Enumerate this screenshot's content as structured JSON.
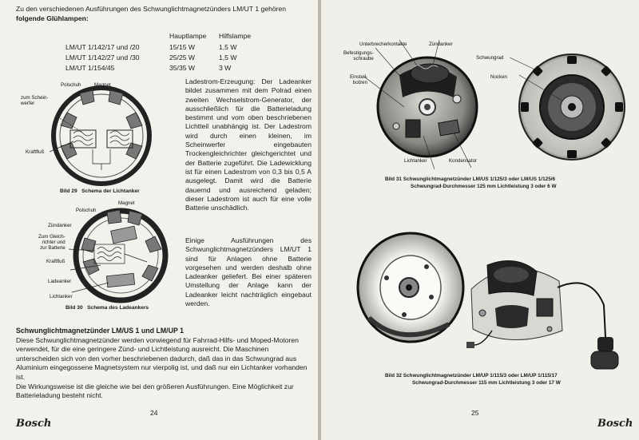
{
  "left_page": {
    "intro_line1": "Zu den verschiedenen Ausführungen des Schwunglichtmagnetzünders LM/UT 1 gehören",
    "intro_line2": "folgende Glühlampen:",
    "table": {
      "headers": [
        "",
        "Hauptlampe",
        "Hilfslampe"
      ],
      "rows": [
        [
          "LM/UT 1/142/17 und /20",
          "15/15 W",
          "1,5 W"
        ],
        [
          "LM/UT 1/142/27 und /30",
          "25/25 W",
          "1,5 W"
        ],
        [
          "LM/UT 1/154/45",
          "35/35 W",
          "3 W"
        ]
      ]
    },
    "ladestrom_text": "Ladestrom-Erzeugung: Der Ladeanker bildet zusammen mit dem Polrad einen zweiten Wechselstrom-Generator, der ausschließlich für die Batterieladung bestimmt und vom oben beschriebenen Lichtteil unabhängig ist. Der Ladestrom wird durch einen kleinen, im Scheinwerfer eingebauten Trockengleichrichter gleichgerichtet und der Batterie zugeführt. Die Ladewicklung ist für einen Ladestrom von 0,3 bis 0,5 A ausgelegt. Damit wird die Batterie dauernd und ausreichend geladen; dieser Ladestrom ist auch für eine volle Batterie unschädlich.",
    "einige_text": "Einige Ausführungen des Schwunglichtmagnetzünders LM/UT 1 sind für Anlagen ohne Batterie vorgesehen und werden deshalb ohne Ladeanker geliefert. Bei einer späteren Umstellung der Anlage kann der Ladeanker leicht nachträglich eingebaut werden.",
    "fig29": {
      "labels": {
        "polschuh": "Polschuh",
        "magnet": "Magnet",
        "scheinwerfer": "zum Schein-\nwerfer",
        "kraftfluss": "Kraftfluß"
      },
      "caption_num": "Bild 29",
      "caption_text": "Schema der Lichtanker"
    },
    "fig30": {
      "labels": {
        "magnet": "Magnet",
        "polschuh": "Polschuh",
        "zuendanker": "Zündanker",
        "gleichrichter": "Zum Gleich-\nrichter und\nzur Batterie",
        "kraftfluss": "Kraftfluß",
        "ladeanker": "Ladeanker",
        "lichtanker": "Lichtanker"
      },
      "caption_num": "Bild 30",
      "caption_text": "Schema des Ladeankers"
    },
    "section_heading": "Schwunglichtmagnetzünder LM/US 1 und LM/UP 1",
    "us_text": "Diese Schwunglichtmagnetzünder werden vorwiegend für Fahrrad-Hilfs- und Moped-Motoren verwendet, für die eine geringere Zünd- und Lichtleistung ausreicht. Die Maschinen unterscheiden sich von den vorher beschriebenen dadurch, daß das in das Schwungrad aus Aluminium eingegossene Magnetsystem nur vierpolig ist, und daß nur ein Lichtanker vorhanden ist.",
    "wirk_text": "Die Wirkungsweise ist die gleiche wie bei den größeren Ausführungen. Eine Möglichkeit zur Batterieladung besteht nicht.",
    "page_number": "24",
    "logo": "Bosch"
  },
  "right_page": {
    "fig31": {
      "labels": {
        "unterbrecher": "Unterbrecherkontakte",
        "zuendanker": "Zündanker",
        "befestigung": "Befestigungs-\nschraube",
        "einstell": "Einstell-\nbolzen",
        "schwungrad": "Schwungrad",
        "nocken": "Nocken",
        "lichtanker": "Lichtanker",
        "kondensator": "Kondensator"
      },
      "caption_line1": "Bild 31   Schwunglichtmagnetzünder LM/US 1/125/3 oder LM/US 1/125/6",
      "caption_line2": "Schwungrad-Durchmesser 125 mm   Lichtleistung 3 oder 6 W"
    },
    "fig32": {
      "caption_line1": "Bild 32   Schwunglichtmagnetzünder LM/UP 1/115/3 oder LM/UP 1/115/17",
      "caption_line2": "Schwungrad-Durchmesser 115 mm   Lichtleistung 3 oder 17 W"
    },
    "page_number": "25",
    "logo": "Bosch"
  }
}
